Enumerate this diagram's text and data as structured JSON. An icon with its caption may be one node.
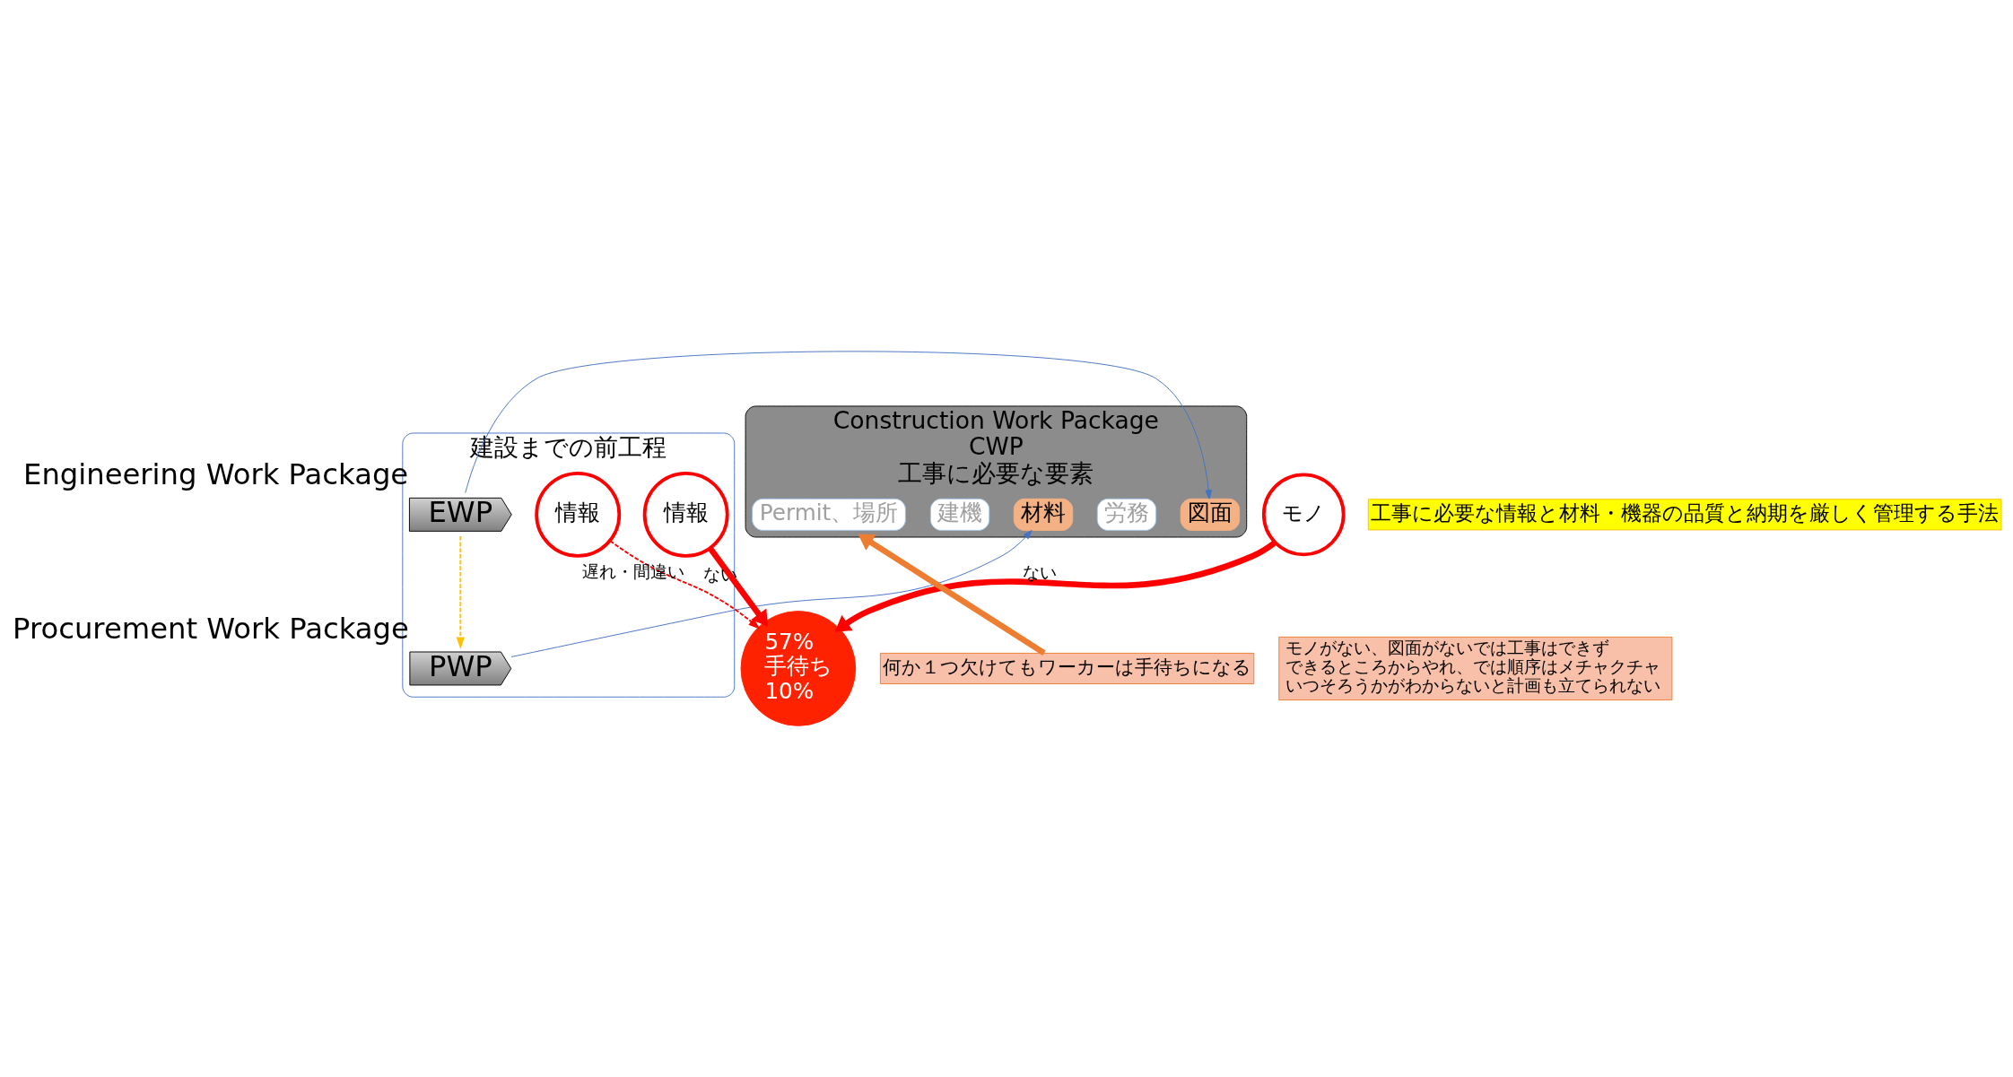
{
  "diagram": {
    "nodes": [
      {
        "text": [
          "建設までの前工程"
        ]
      },
      {
        "text": [
          "EWP"
        ],
        "in": 0,
        "beside": [
          "Engineering Work Package"
        ]
      },
      {
        "text": [
          "PWP"
        ],
        "in": 0,
        "beside": [
          "Procurement Work Package"
        ]
      },
      {
        "text": [
          "情報"
        ],
        "in": 0
      },
      {
        "text": [
          "情報"
        ],
        "in": 0
      },
      {
        "text": [
          "CWP",
          "工事に必要な要素"
        ],
        "beside": [
          "Construction Work Package"
        ]
      },
      {
        "text": [
          "図面"
        ],
        "in": 5
      },
      {
        "text": [
          "労務"
        ],
        "in": 5
      },
      {
        "text": [
          "材料"
        ],
        "in": 5
      },
      {
        "text": [
          "建機"
        ],
        "in": 5
      },
      {
        "text": [
          "Permit、場所"
        ],
        "in": 5
      },
      {
        "text": [
          "モノ"
        ]
      },
      {
        "text": [
          "57%",
          "手待ち",
          "10%"
        ]
      },
      {
        "text": [
          "モノがない、図面がないでは工事はできず",
          "できるところからやれ、では順序はメチャクチャ",
          "いつそろうかがわからないと計画も立てられない"
        ]
      },
      {
        "text": [
          "何か１つ欠けてもワーカーは手待ちになる"
        ]
      },
      {
        "text": [
          "工事に必要な情報と材料・機器の品質と納期を厳しく管理する手法"
        ]
      }
    ],
    "edges": [
      {
        "from": 1,
        "to": 6,
        "arrow": "to",
        "color": "#4472c4"
      },
      {
        "from": 2,
        "to": 8,
        "arrow": "to",
        "color": "#4472c4"
      },
      {
        "from": 1,
        "to": 2,
        "arrow": "to",
        "style": "dashed",
        "color": "#ffc000"
      },
      {
        "from": 3,
        "to": 12,
        "arrow": "to",
        "label": "ない",
        "style": "thick",
        "color": "#ff0000"
      },
      {
        "from": 11,
        "to": 12,
        "arrow": "to",
        "label": "ない",
        "style": "thick",
        "color": "#ff0000"
      },
      {
        "from": 4,
        "to": 12,
        "arrow": "to",
        "label": "遅れ・間違い",
        "style": "dashed",
        "color": "#ff0000"
      },
      {
        "from": 14,
        "to": 5,
        "arrow": "to",
        "style": "thick",
        "color": "#ed7d31"
      }
    ]
  }
}
